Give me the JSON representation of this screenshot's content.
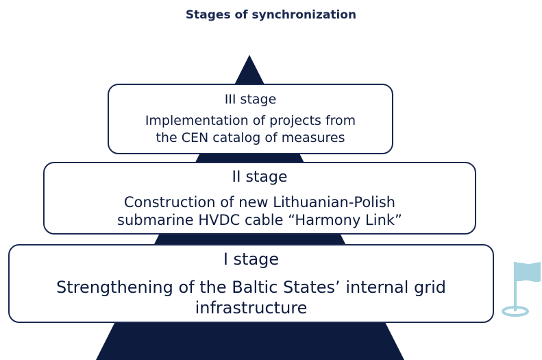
{
  "title": "Stages of synchronization",
  "stages": [
    {
      "label": "III stage",
      "description": "Implementation of projects from the CEN catalog of measures"
    },
    {
      "label": "II stage",
      "description": "Construction of new Lithuanian-Polish submarine HVDC cable “Harmony Link”"
    },
    {
      "label": "I stage",
      "description": "Strengthening of the Baltic States’ internal grid infrastructure"
    }
  ],
  "colors": {
    "pyramid": "#0d1b3e",
    "box_border": "#1a2850",
    "text": "#0d1b3e",
    "flag": "#a6d3df"
  },
  "icons": {
    "flag": "flag-icon"
  }
}
